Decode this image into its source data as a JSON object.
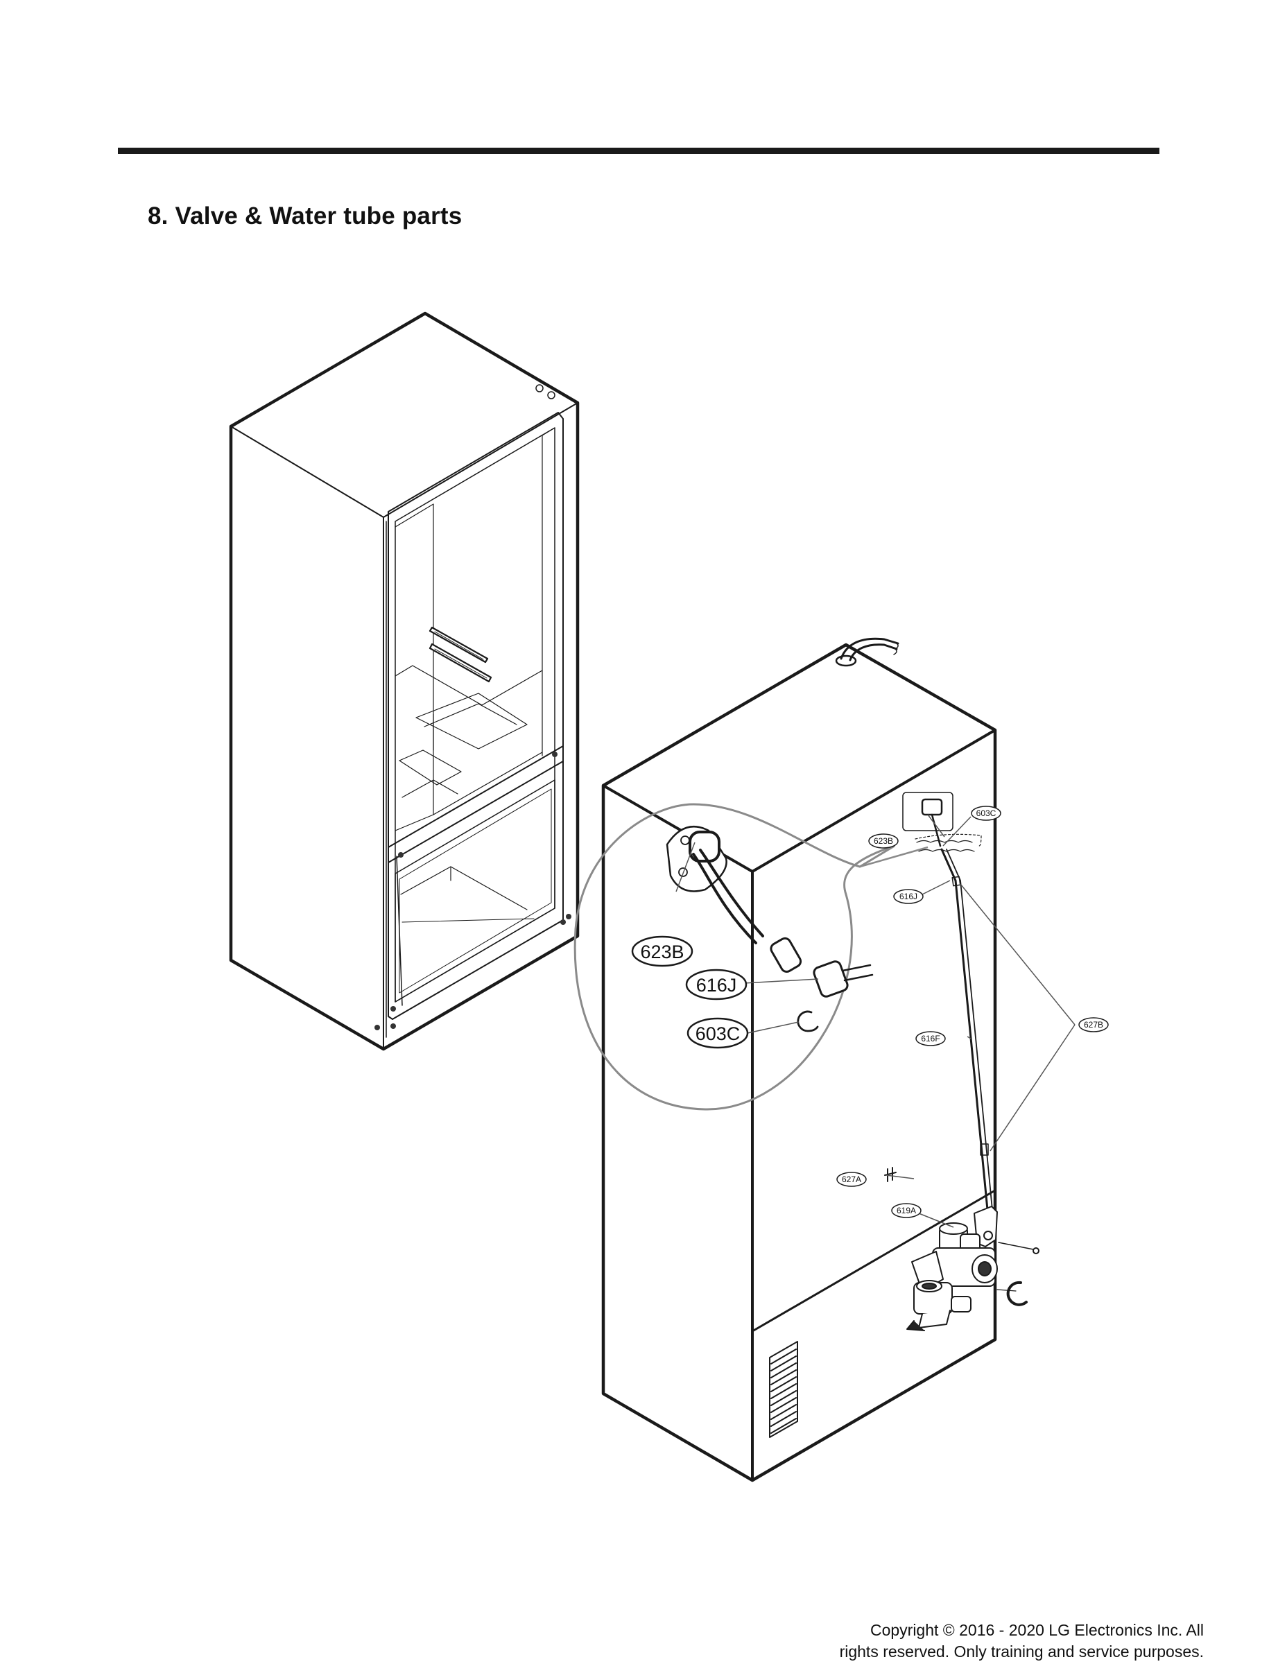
{
  "page": {
    "section_title": "8. Valve & Water tube parts",
    "copyright_line1": "Copyright © 2016 - 2020 LG Electronics Inc. All",
    "copyright_line2": "rights reserved. Only training and service purposes."
  },
  "callouts": {
    "detail": [
      "623B",
      "616J",
      "603C"
    ],
    "main": [
      "603C",
      "623B",
      "616J",
      "627B",
      "616F",
      "627A",
      "619A"
    ]
  },
  "colors": {
    "line": "#1a1a1a",
    "detail_circle": "#8a8a8a"
  }
}
